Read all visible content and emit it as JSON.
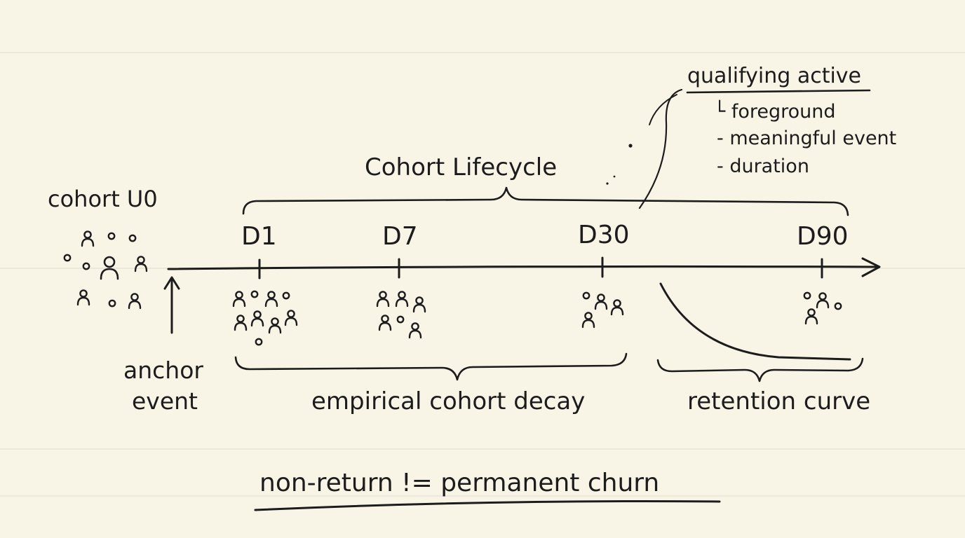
{
  "diagram": {
    "title": "Cohort Lifecycle",
    "cohort_label": "cohort U0",
    "anchor_label_line1": "anchor",
    "anchor_label_line2": "event",
    "milestones": [
      "D1",
      "D7",
      "D30",
      "D90"
    ],
    "decay_label": "empirical cohort decay",
    "retention_label": "retention curve",
    "qualifying": {
      "heading": "qualifying active",
      "items": [
        "└ foreground",
        "- meaningful event",
        "- duration"
      ]
    },
    "footer": "non-return != permanent churn"
  },
  "colors": {
    "ink": "#1c1c1c",
    "paper": "#f9f5e6",
    "rule": "#e4e0d1"
  },
  "icons": [
    "person-icon",
    "dot-icon",
    "arrow-right-icon",
    "arrow-up-icon",
    "brace-icon"
  ]
}
